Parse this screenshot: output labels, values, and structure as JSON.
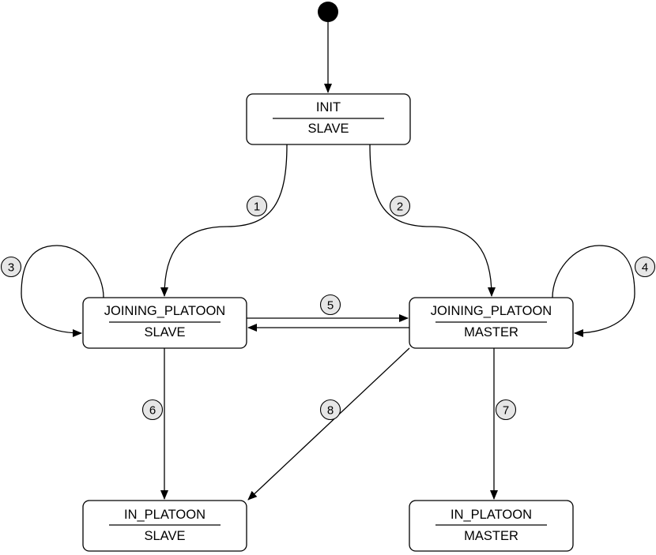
{
  "states": {
    "init": {
      "name": "INIT",
      "role": "SLAVE"
    },
    "joining_slave": {
      "name": "JOINING_PLATOON",
      "role": "SLAVE"
    },
    "joining_master": {
      "name": "JOINING_PLATOON",
      "role": "MASTER"
    },
    "in_platoon_slave": {
      "name": "IN_PLATOON",
      "role": "SLAVE"
    },
    "in_platoon_master": {
      "name": "IN_PLATOON",
      "role": "MASTER"
    }
  },
  "transitions": [
    {
      "label": "1",
      "from": "init",
      "to": "joining_slave"
    },
    {
      "label": "2",
      "from": "init",
      "to": "joining_master"
    },
    {
      "label": "3",
      "from": "joining_slave",
      "to": "joining_slave"
    },
    {
      "label": "4",
      "from": "joining_master",
      "to": "joining_master"
    },
    {
      "label": "5",
      "from": "joining_slave",
      "to": "joining_master",
      "bidirectional": true
    },
    {
      "label": "6",
      "from": "joining_slave",
      "to": "in_platoon_slave"
    },
    {
      "label": "7",
      "from": "joining_master",
      "to": "in_platoon_master"
    },
    {
      "label": "8",
      "from": "joining_master",
      "to": "in_platoon_slave"
    }
  ],
  "colors": {
    "stroke": "#000000",
    "badge_fill": "#e6e6e6",
    "state_fill": "#ffffff"
  }
}
